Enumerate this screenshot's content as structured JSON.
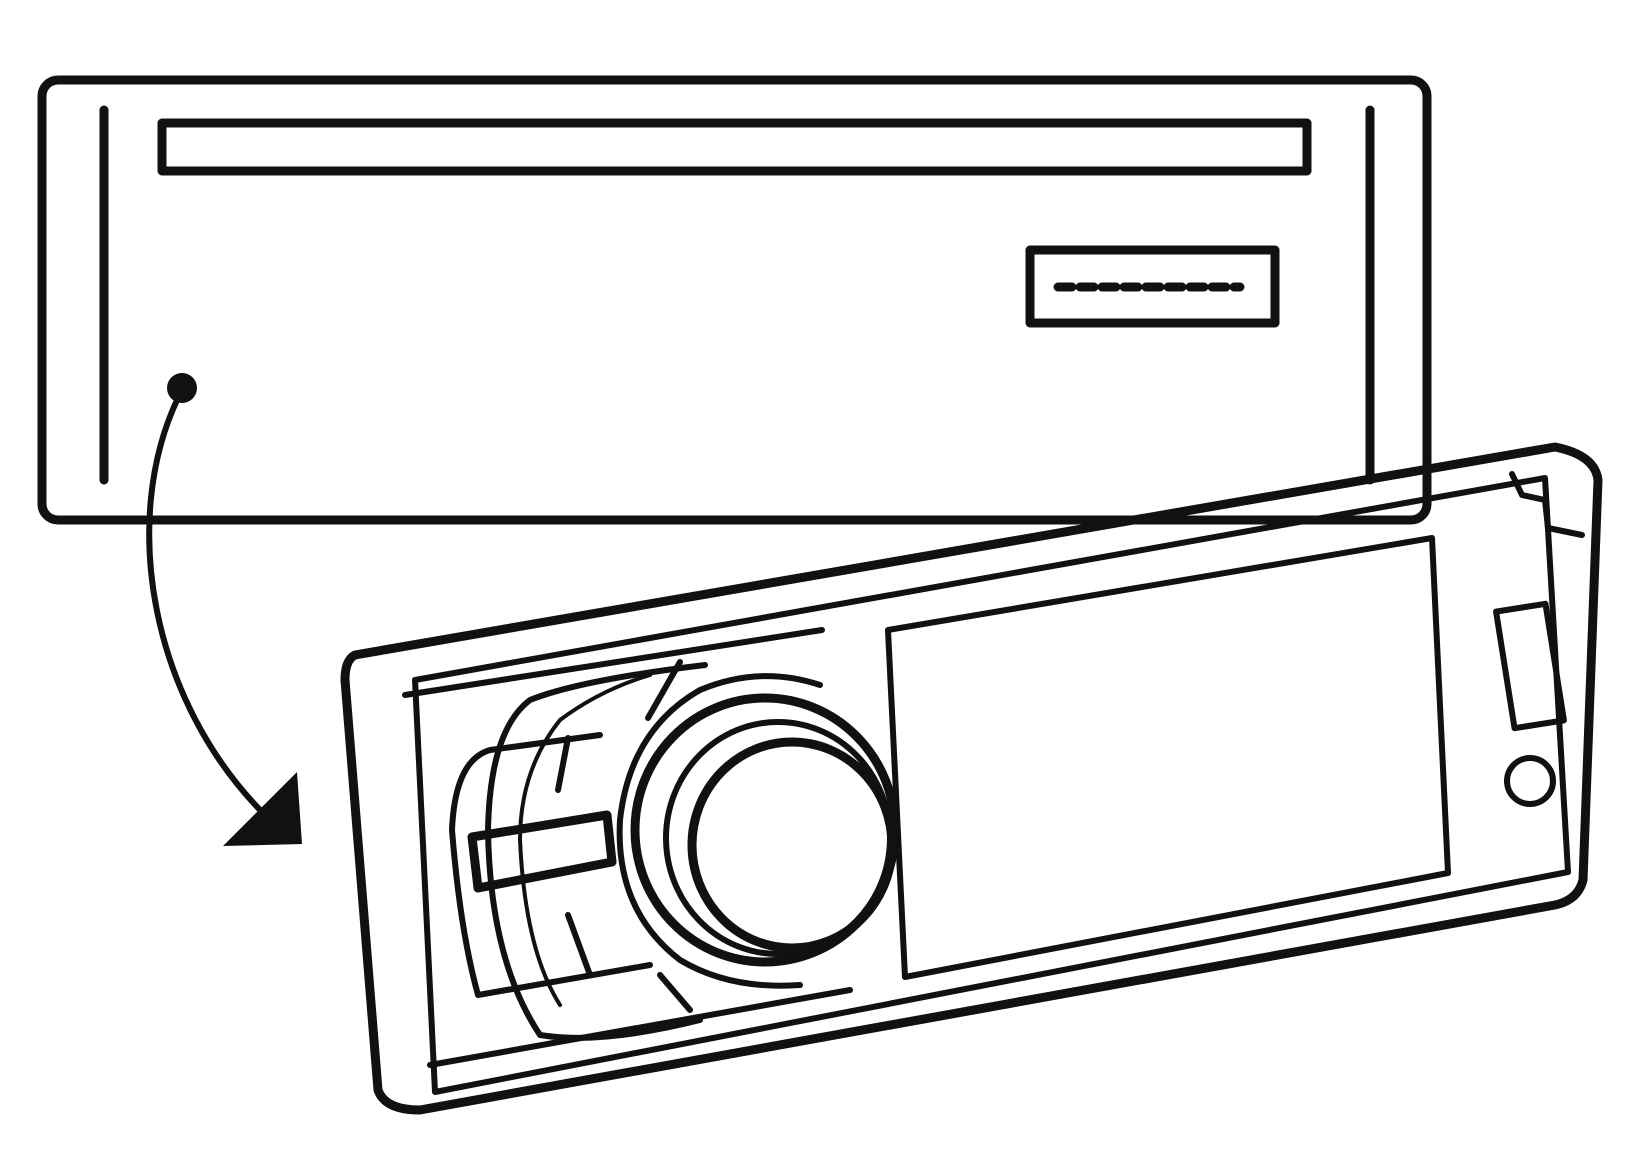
{
  "figure": {
    "subject": "car-stereo-faceplate-attach",
    "colors": {
      "ink": "#111111",
      "paper": "#ffffff"
    },
    "icons": [
      "chassis-unit",
      "detachable-faceplate",
      "rotation-arrow-icon",
      "volume-knob-icon"
    ]
  }
}
